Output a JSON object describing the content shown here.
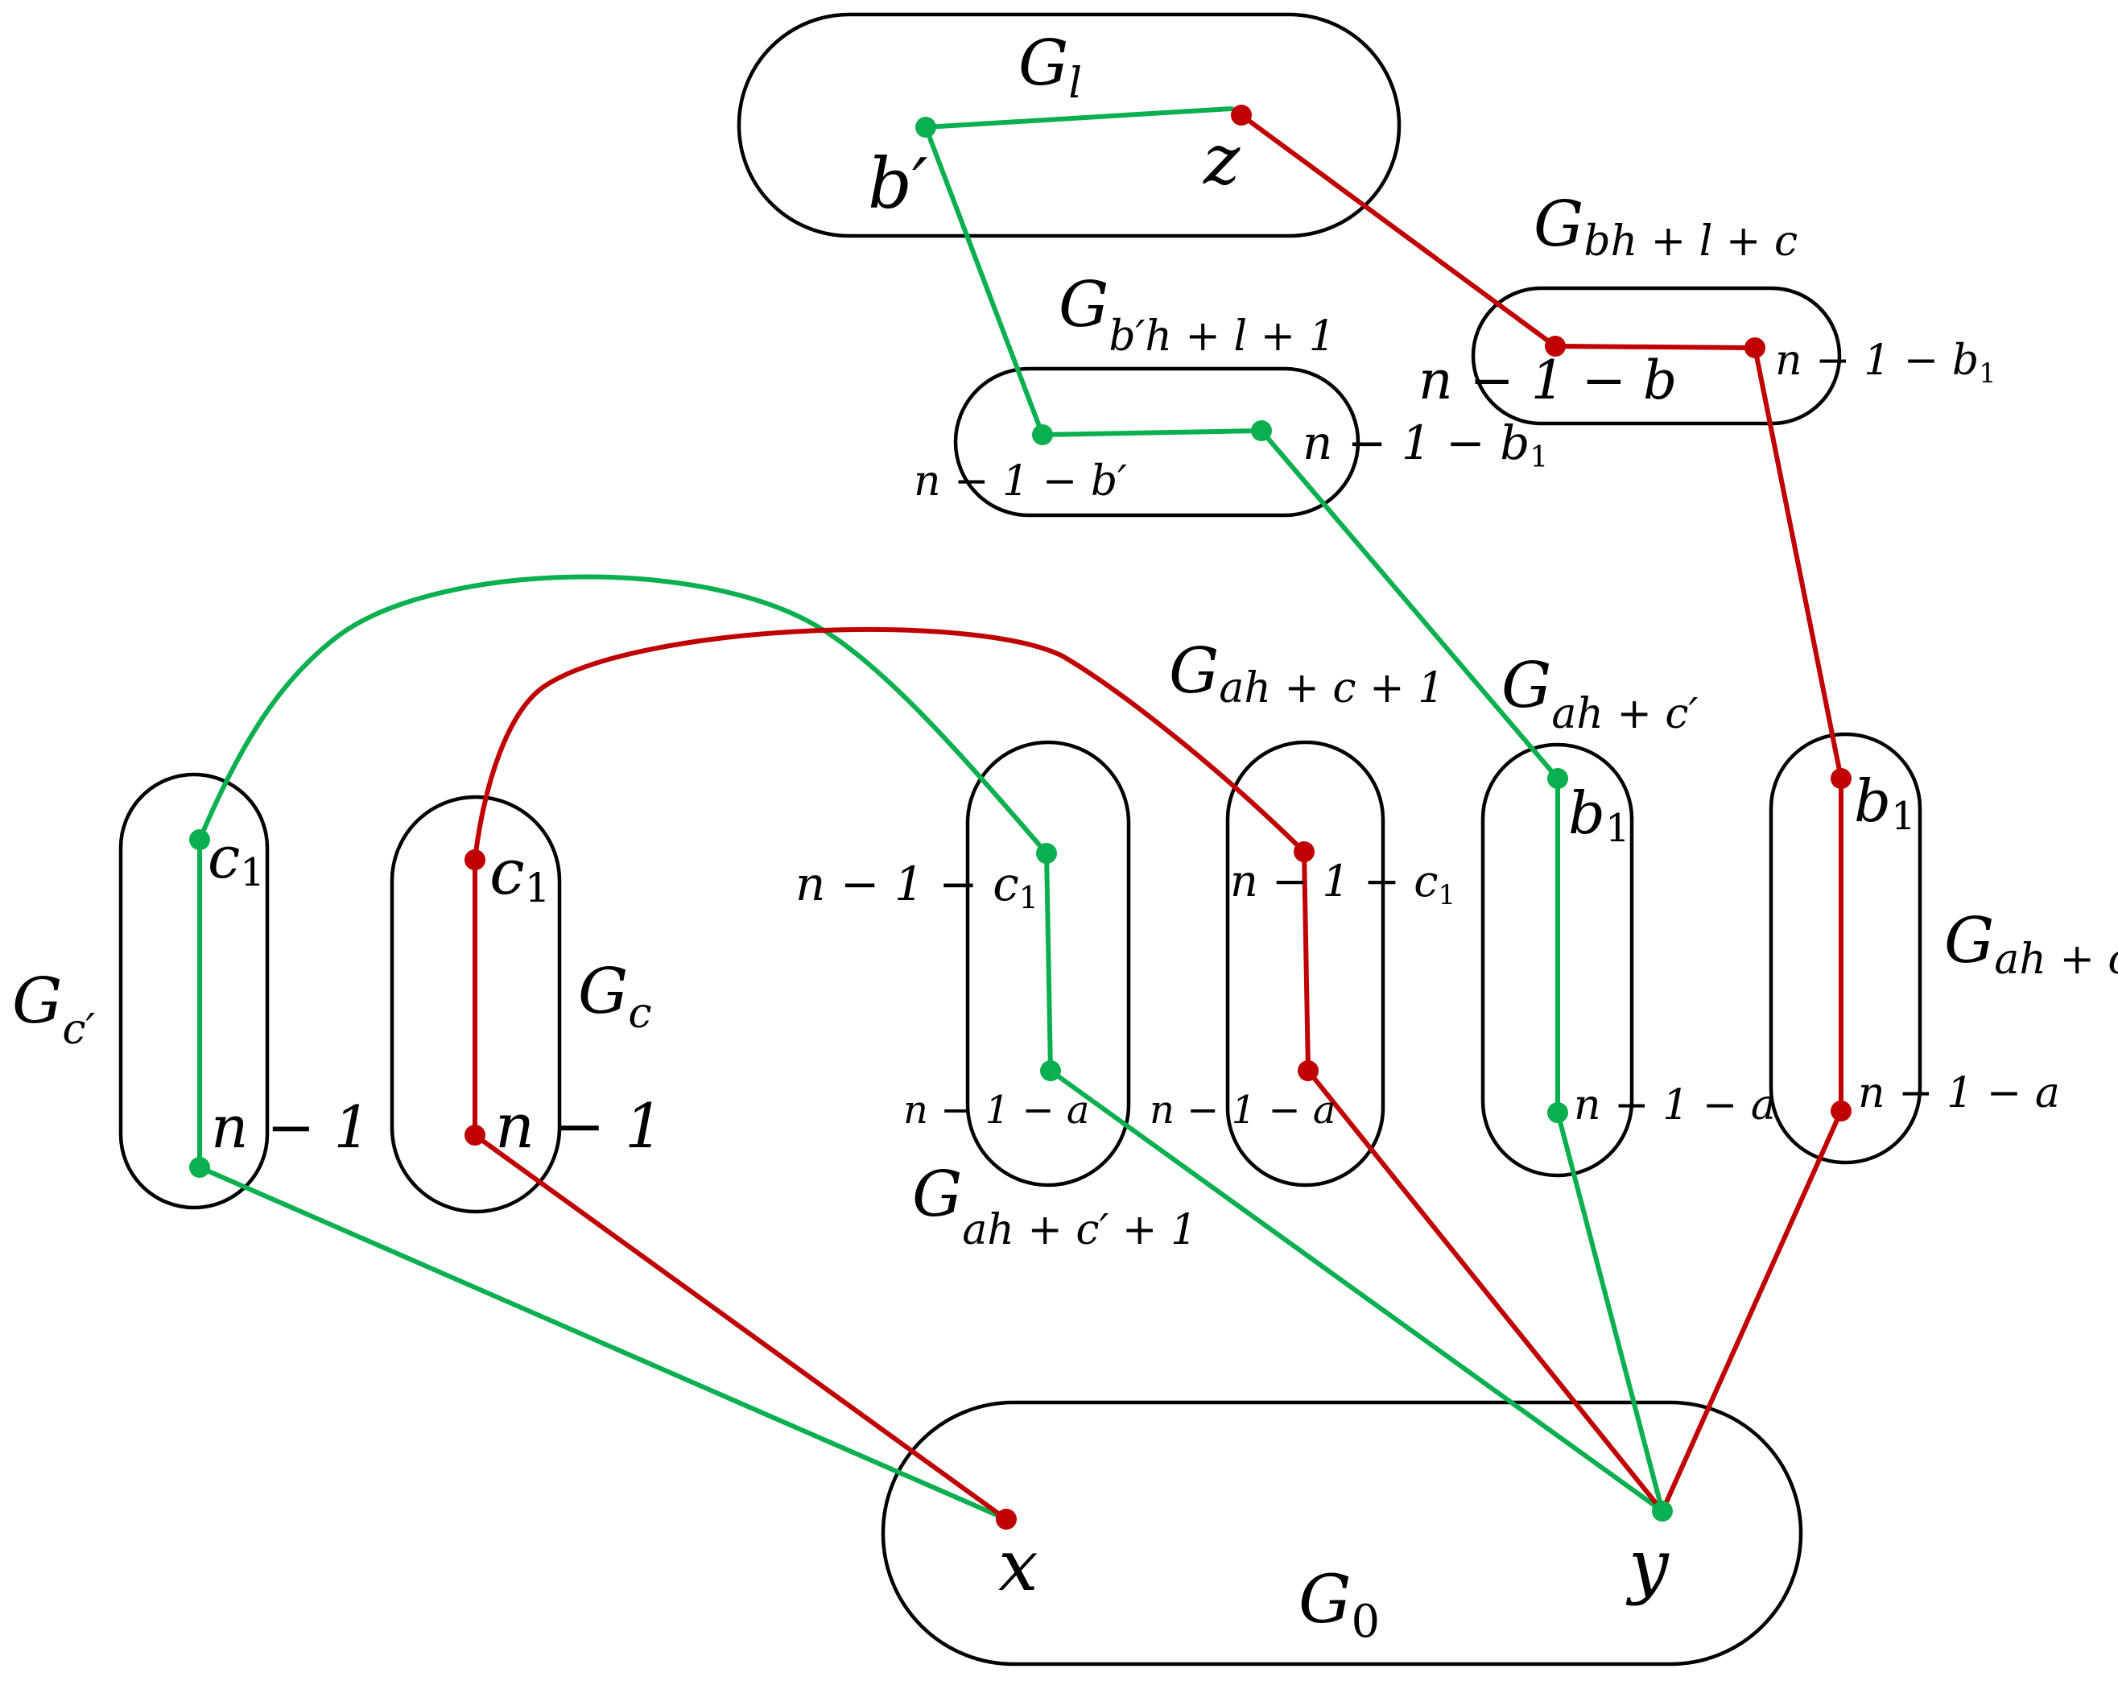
{
  "colors": {
    "green": "#0aaf4f",
    "red": "#c00000",
    "outline": "#000000"
  },
  "subgraphs": {
    "gl": {
      "base": "G",
      "sub": "l"
    },
    "gb1": {
      "base": "G",
      "sub": "b′h + l + 1"
    },
    "gbc": {
      "base": "G",
      "sub": "bh + l + c"
    },
    "gcp": {
      "base": "G",
      "sub": "c′"
    },
    "gc": {
      "base": "G",
      "sub": "c"
    },
    "gahcp1": {
      "base": "G",
      "sub": "ah + c′ + 1"
    },
    "gahc1": {
      "base": "G",
      "sub": "ah + c + 1"
    },
    "gahcp": {
      "base": "G",
      "sub": "ah + c′"
    },
    "gahc": {
      "base": "G",
      "sub": "ah + c"
    },
    "g0": {
      "base": "G",
      "sub": "0"
    }
  },
  "vertex_labels": {
    "bprime": "b′",
    "z": "z",
    "x": "x",
    "y": "y",
    "gb1_left": "n − 1 − b′",
    "gb1_right_main": "n − 1 − b",
    "gb1_right_sub": "1",
    "gbc_left": "n − 1 − b",
    "gbc_right_main": "n − 1 − b",
    "gbc_right_sub": "1",
    "c1_base": "c",
    "c1_sub": "1",
    "nm1": "n − 1",
    "nm1mc1_main": "n − 1 − c",
    "nm1mc1_sub": "1",
    "nm1ma": "n − 1 − a",
    "b1_base": "b",
    "b1_sub": "1"
  }
}
